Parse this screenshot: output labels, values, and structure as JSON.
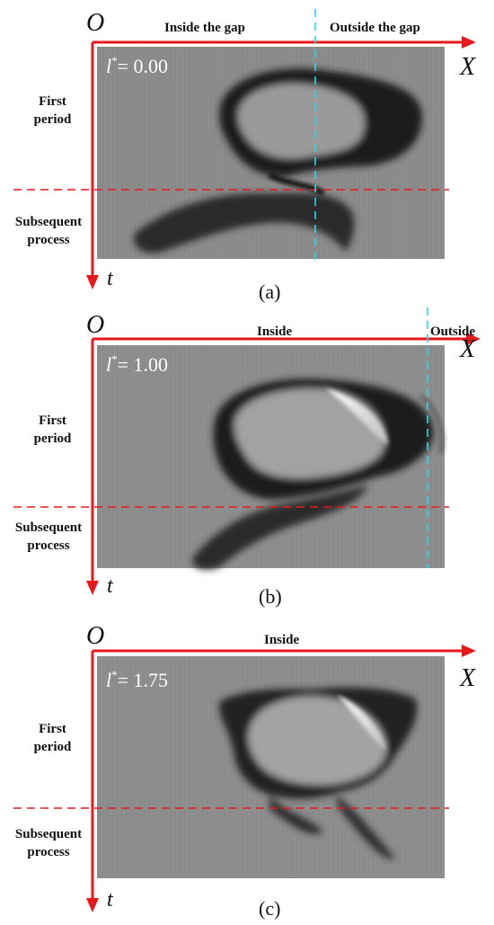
{
  "panels": [
    {
      "id": "a",
      "caption": "(a)",
      "param_symbol": "l",
      "param_sup": "*",
      "param_rest": "= 0.00",
      "origin": "O",
      "x_axis": "X",
      "t_axis": "t",
      "top_labels": [
        "Inside the gap",
        "Outside the gap"
      ],
      "left_labels": [
        "First\nperiod",
        "Subsequent\nprocess"
      ]
    },
    {
      "id": "b",
      "caption": "(b)",
      "param_symbol": "l",
      "param_sup": "*",
      "param_rest": "= 1.00",
      "origin": "O",
      "x_axis": "X",
      "t_axis": "t",
      "top_labels": [
        "Inside",
        "Outside"
      ],
      "left_labels": [
        "First\nperiod",
        "Subsequent\nprocess"
      ]
    },
    {
      "id": "c",
      "caption": "(c)",
      "param_symbol": "l",
      "param_sup": "*",
      "param_rest": "= 1.75",
      "origin": "O",
      "x_axis": "X",
      "t_axis": "t",
      "top_labels": [
        "Inside"
      ],
      "left_labels": [
        "First\nperiod",
        "Subsequent\nprocess"
      ]
    }
  ],
  "colors": {
    "axis": "#e8181c",
    "phase_line": "#e8181c",
    "gap_line": "#2fd6e6",
    "background_gray": "#8e8e8e"
  }
}
